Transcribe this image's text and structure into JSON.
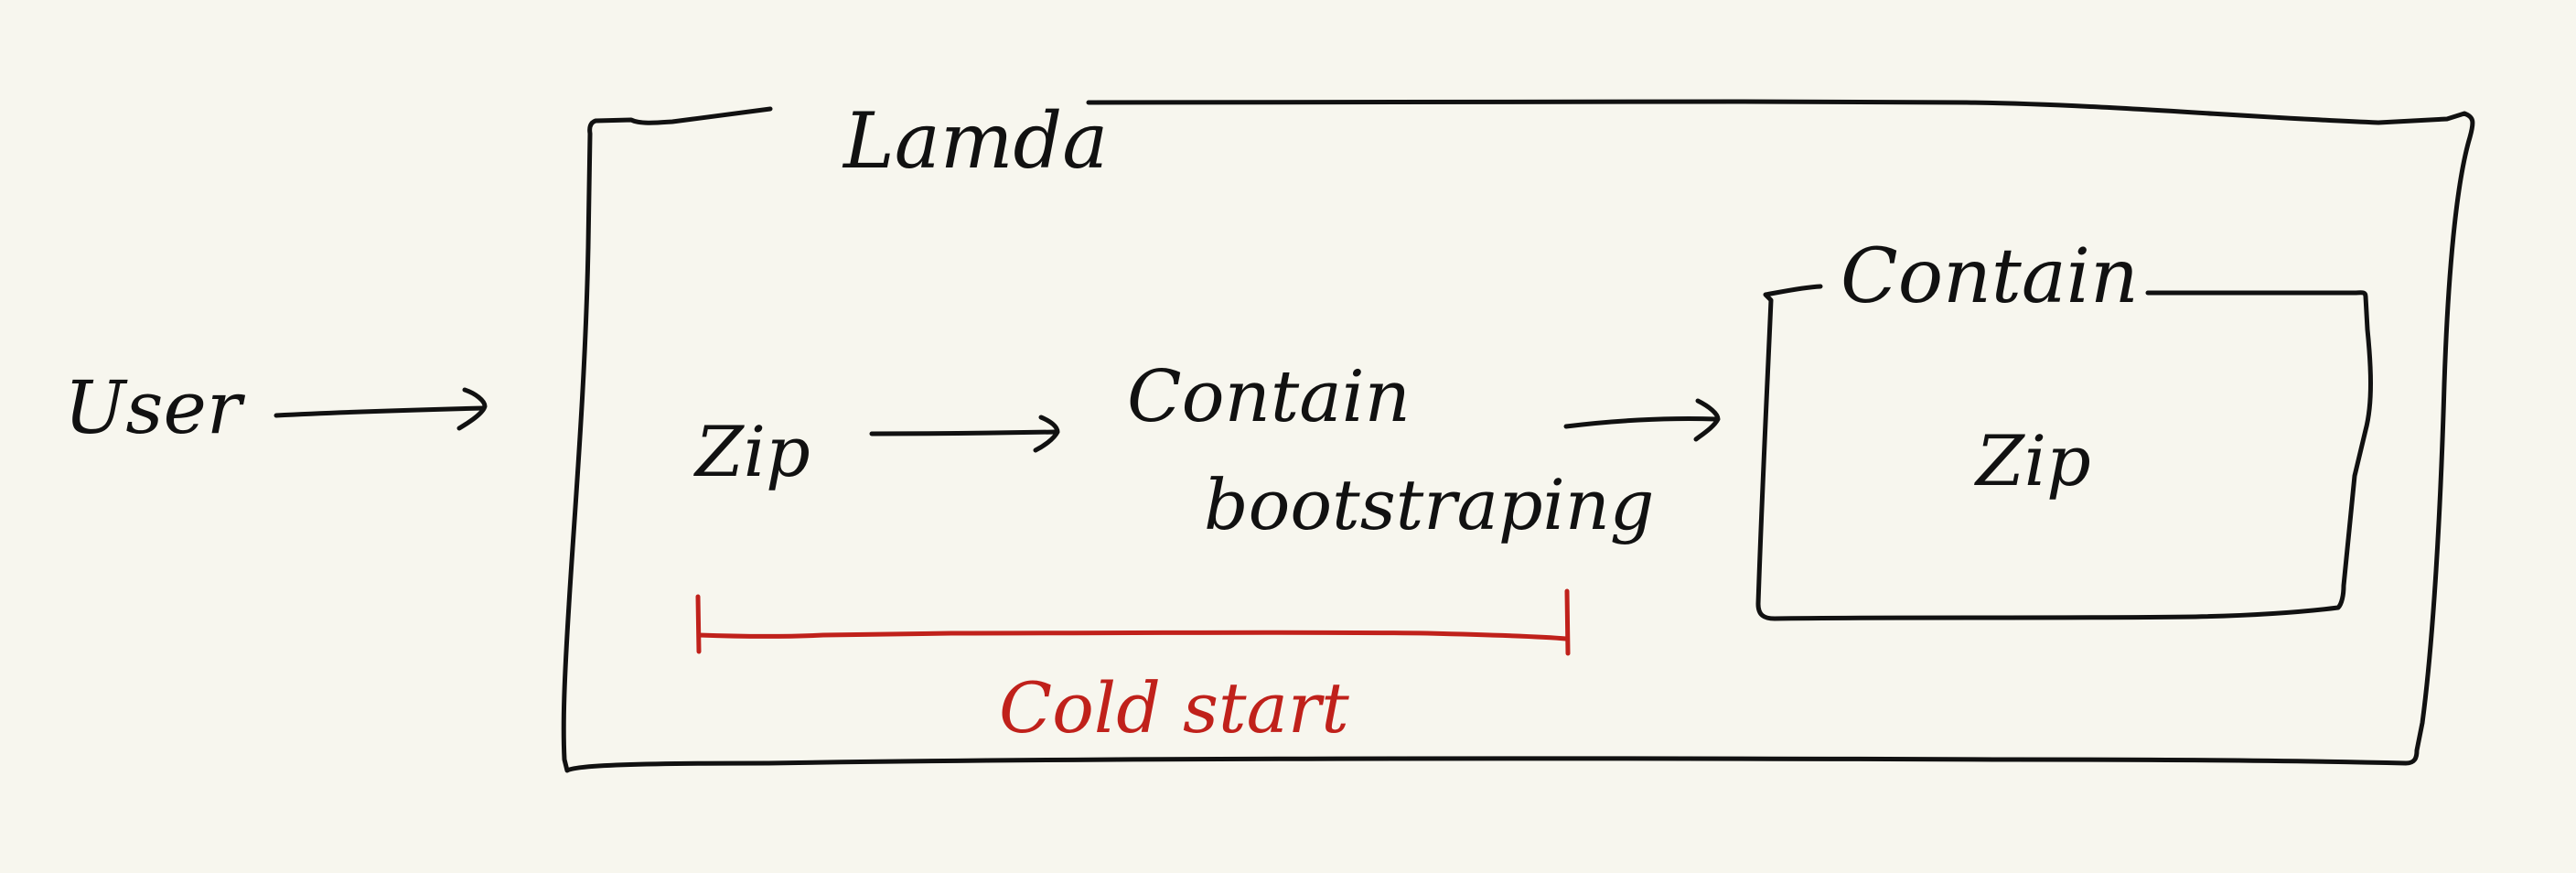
{
  "colors": {
    "background": "#f7f6ee",
    "ink": "#111111",
    "accent": "#c0211b"
  },
  "labels": {
    "user": "User",
    "lambda": "Lamda",
    "zip": "Zip",
    "container_bootstrapping_line1": "Contain",
    "container_bootstrapping_line2": "bootstraping",
    "container_title": "Contain",
    "container_zip": "Zip",
    "cold_start": "Cold start"
  }
}
